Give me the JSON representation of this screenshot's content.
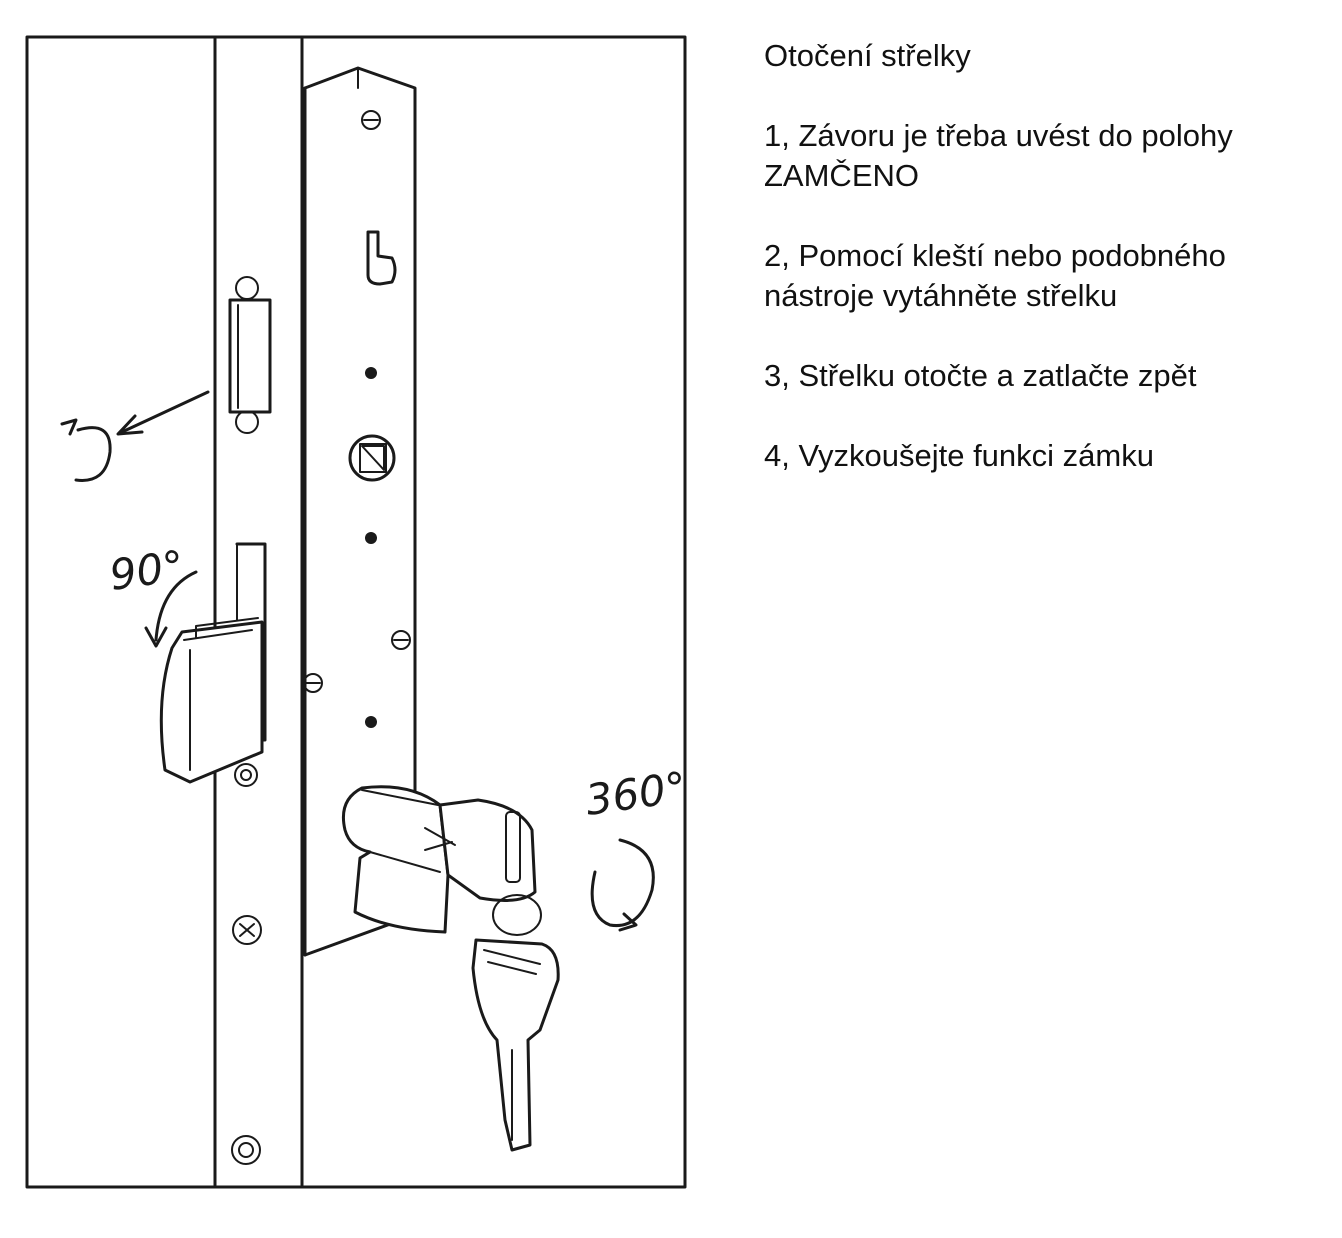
{
  "instructions": {
    "title": "Otočení střelky",
    "steps": [
      "1, Závoru je třeba uvést do polohy ZAMČENO",
      "2, Pomocí kleští nebo podobného nástroje vytáhněte střelku",
      "3, Střelku otočte a zatlačte zpět",
      "4, Vyzkoušejte funkci zámku"
    ]
  },
  "diagram": {
    "rotation_label_latch": "90°",
    "rotation_label_key": "360°"
  }
}
